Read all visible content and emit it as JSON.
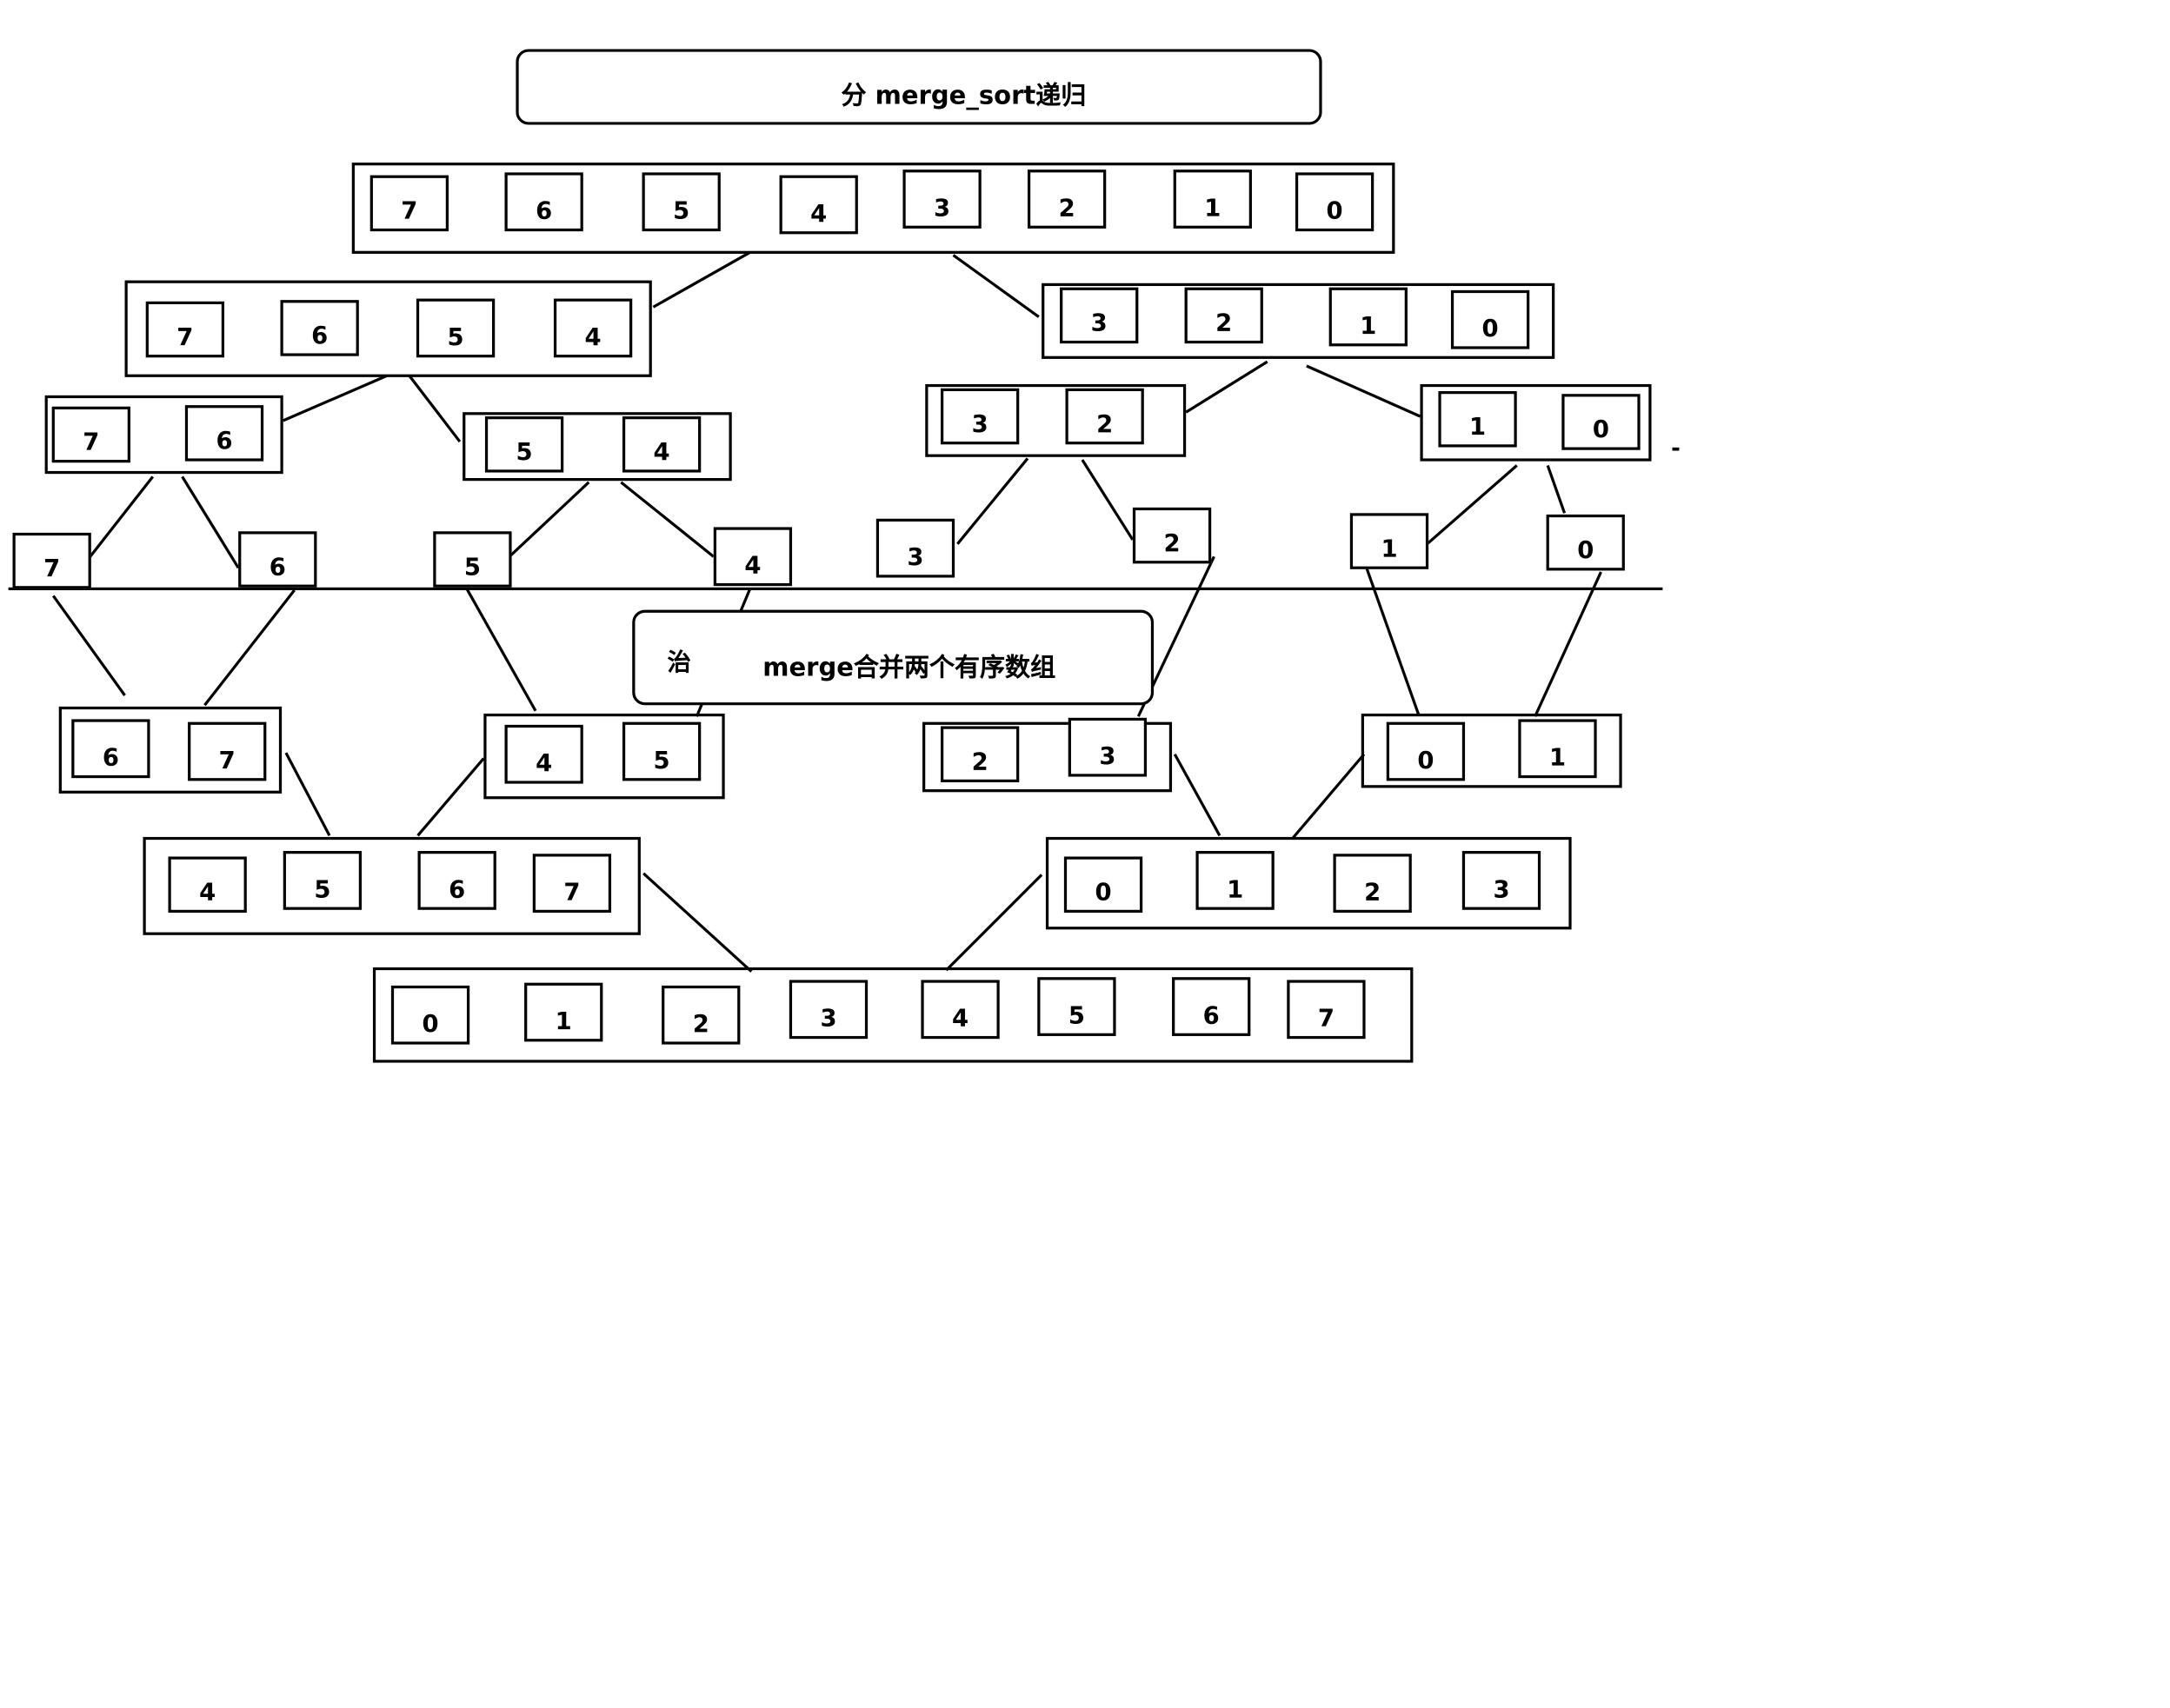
{
  "divide": {
    "banner_label": "分 merge_sort递归",
    "levels": [
      [
        [
          7,
          6,
          5,
          4,
          3,
          2,
          1,
          0
        ]
      ],
      [
        [
          7,
          6,
          5,
          4
        ],
        [
          3,
          2,
          1,
          0
        ]
      ],
      [
        [
          7,
          6
        ],
        [
          5,
          4
        ],
        [
          3,
          2
        ],
        [
          1,
          0
        ]
      ],
      [
        [
          7
        ],
        [
          6
        ],
        [
          5
        ],
        [
          4
        ],
        [
          3
        ],
        [
          2
        ],
        [
          1
        ],
        [
          0
        ]
      ]
    ]
  },
  "conquer": {
    "banner_char": "治",
    "banner_label": "merge合并两个有序数组",
    "levels": [
      [
        [
          6,
          7
        ],
        [
          4,
          5
        ],
        [
          2,
          3
        ],
        [
          0,
          1
        ]
      ],
      [
        [
          4,
          5,
          6,
          7
        ],
        [
          0,
          1,
          2,
          3
        ]
      ],
      [
        [
          0,
          1,
          2,
          3,
          4,
          5,
          6,
          7
        ]
      ]
    ]
  },
  "stray_mark": "-"
}
